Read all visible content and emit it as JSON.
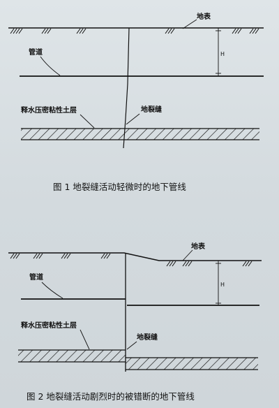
{
  "figure1": {
    "surface_label": "地表",
    "pipe_label": "管道",
    "soil_layer_label": "释水压密粘性土层",
    "fissure_label": "地裂缝",
    "depth_label": "H",
    "caption": "图 1  地裂缝活动轻微时的地下管线"
  },
  "figure2": {
    "surface_label": "地表",
    "pipe_label": "管道",
    "soil_layer_label": "释水压密粘性土层",
    "fissure_label": "地裂缝",
    "depth_label": "H",
    "caption": "图 2  地裂缝活动剧烈时的被错断的地下管线"
  },
  "colors": {
    "ink": "#111111",
    "paper": "#d6dde0"
  }
}
